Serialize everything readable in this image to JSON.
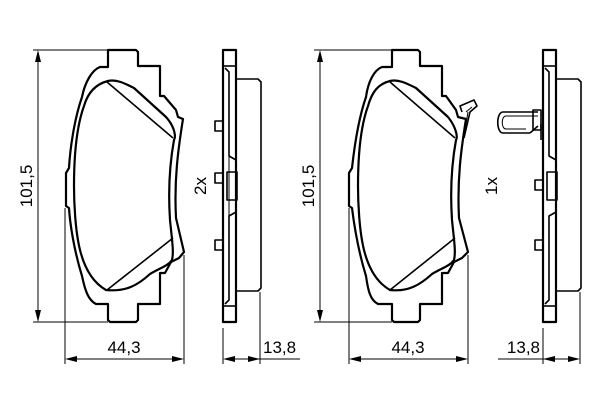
{
  "drawing": {
    "title": "Brake pad set dimensional drawing",
    "stroke_color": "#000000",
    "background": "#ffffff"
  },
  "pads": [
    {
      "id": "pad-left",
      "height_label": "101,5",
      "width_label": "44,3",
      "thickness_label": "13,8",
      "quantity_label": "2x",
      "has_wear_sensor": false
    },
    {
      "id": "pad-right",
      "height_label": "101,5",
      "width_label": "44,3",
      "thickness_label": "13,8",
      "quantity_label": "1x",
      "has_wear_sensor": true
    }
  ]
}
